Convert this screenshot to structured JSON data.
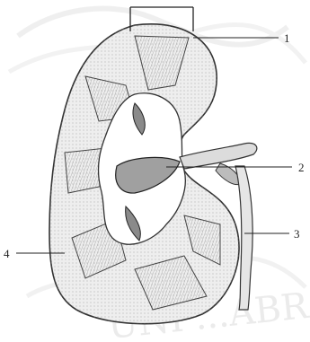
{
  "figure": {
    "labels": [
      "1",
      "2",
      "3",
      "4"
    ],
    "watermark": "UNI ...ABR"
  },
  "colors": {
    "ink": "#333333",
    "cortex_shade": "#d6d6d6",
    "watermark": "#e9e9e9"
  }
}
